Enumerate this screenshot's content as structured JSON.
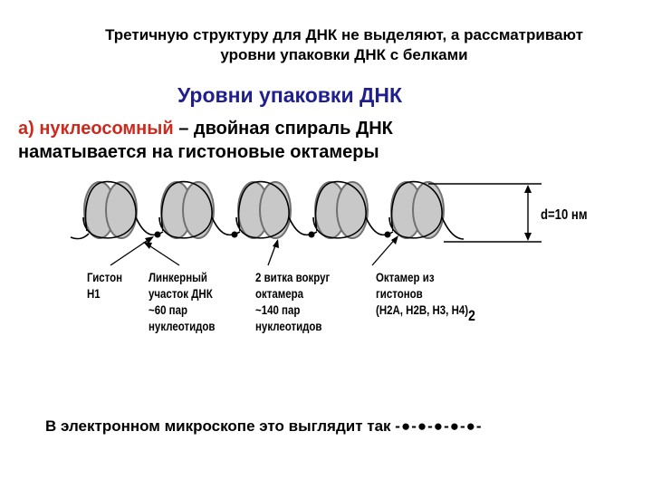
{
  "intro": {
    "line1": "Третичную структуру для ДНК не выделяют, а рассматривают",
    "line2": "уровни упаковки ДНК с белками"
  },
  "heading": "Уровни упаковки ДНК",
  "definition": {
    "term": "а) нуклеосомный",
    "rest_line1": " – двойная спираль ДНК",
    "line2": "наматывается на гистоновые октамеры"
  },
  "diagram": {
    "dimension_label": "d=10 нм",
    "labels": {
      "histone": [
        "Гистон",
        "Н1"
      ],
      "linker": [
        "Линкерный",
        "участок ДНК",
        "~60 пар",
        "нуклеотидов"
      ],
      "turns": [
        "2 витка вокруг",
        "октамера",
        "~140 пар",
        "нуклеотидов"
      ],
      "octamer": [
        "Октамер из",
        "гистонов",
        "(Н2А, Н2В, Н3, Н4)"
      ],
      "octamer_subscript": "2"
    }
  },
  "bottom": {
    "text": "В электронном микроскопе  это выглядит так",
    "beads": "-●-●-●-●-●-"
  },
  "colors": {
    "heading": "#1f1f8f",
    "term": "#cc2a1e",
    "nucleosome_fill": "#c8c8c8",
    "nucleosome_stroke": "#707070"
  }
}
